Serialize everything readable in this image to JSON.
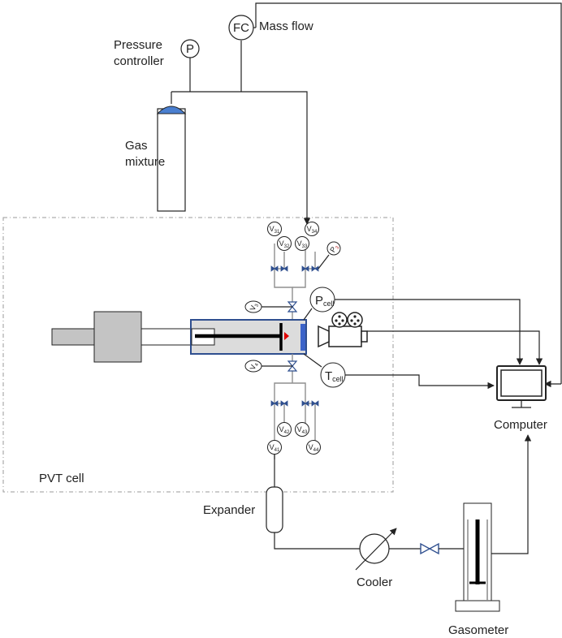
{
  "labels": {
    "pressure_controller_line1": "Pressure",
    "pressure_controller_line2": "controller",
    "gas_mixture_line1": "Gas",
    "gas_mixture_line2": "mixture",
    "mass_flow": "Mass flow",
    "pvt_cell": "PVT cell",
    "expander": "Expander",
    "cooler": "Cooler",
    "computer": "Computer",
    "gasometer": "Gasometer"
  },
  "instruments": {
    "p": "P",
    "fc": "FC"
  },
  "sensors": {
    "p_main": "P",
    "p_sub": "cell",
    "t_main": "T",
    "t_sub": "cell"
  },
  "valves": {
    "v3": {
      "main": "V",
      "sub": "3"
    },
    "v4": {
      "main": "V",
      "sub": "4"
    },
    "v31": {
      "main": "V",
      "sub": "31"
    },
    "v32": {
      "main": "V",
      "sub": "32"
    },
    "v33": {
      "main": "V",
      "sub": "33"
    },
    "v34": {
      "main": "V",
      "sub": "34"
    },
    "v41": {
      "main": "V",
      "sub": "41"
    },
    "v42": {
      "main": "V",
      "sub": "42"
    },
    "v43": {
      "main": "V",
      "sub": "43"
    },
    "v44": {
      "main": "V",
      "sub": "44"
    },
    "p3": {
      "main": "P",
      "sub": "3"
    }
  },
  "colors": {
    "line": "#222222",
    "tube": "#8f8f8f",
    "cylinder_cap": "#4a7fd0",
    "piston_housing": "#c4c4c4",
    "cell_body": "#dcdcdc",
    "cell_border": "#2f4f8f",
    "window": "#3b63c9",
    "marker": "#e00000",
    "dashed_box": "#9a9a9a"
  }
}
